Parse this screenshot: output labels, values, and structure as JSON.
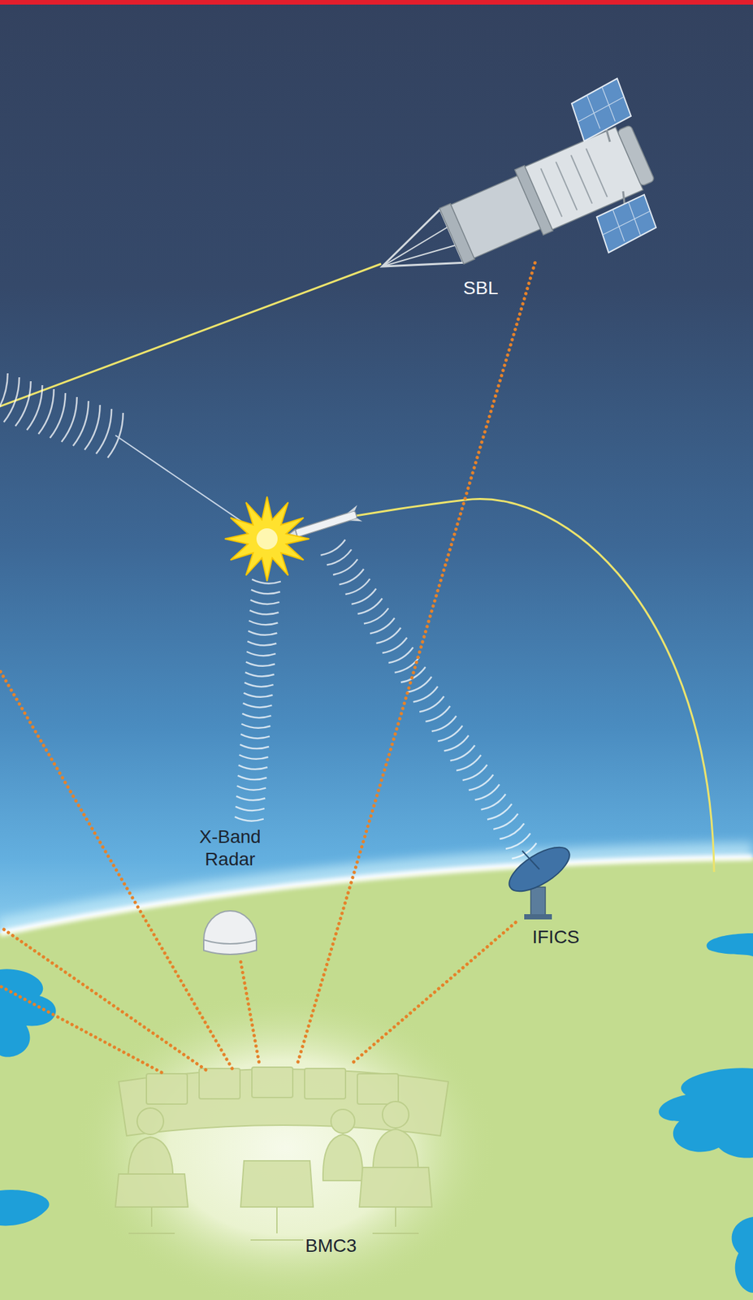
{
  "diagram": {
    "nodes": [
      {
        "text": [
          "SBL"
        ]
      },
      {
        "text": [
          "X-Band Radar"
        ]
      },
      {
        "text": [
          "IFICS"
        ]
      },
      {
        "text": [
          "BMC3"
        ]
      }
    ],
    "edges": [
      {
        "from": 3,
        "to": 0,
        "arrow": "none"
      },
      {
        "from": 3,
        "to": 1,
        "arrow": "none"
      },
      {
        "from": 3,
        "to": 2,
        "arrow": "none"
      }
    ]
  }
}
